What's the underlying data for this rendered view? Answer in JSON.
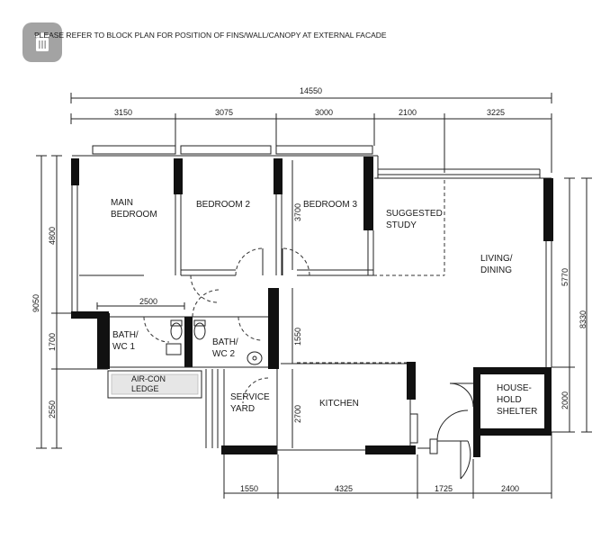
{
  "note": "PLEASE REFER TO BLOCK PLAN FOR POSITION OF FINS/WALL/CANOPY AT EXTERNAL FACADE",
  "rooms": {
    "main_bedroom": [
      "MAIN",
      "BEDROOM"
    ],
    "bedroom2": "BEDROOM 2",
    "bedroom3": "BEDROOM 3",
    "study": [
      "SUGGESTED",
      "STUDY"
    ],
    "living": [
      "LIVING/",
      "DINING"
    ],
    "shelter": [
      "HOUSE-",
      "HOLD",
      "SHELTER"
    ],
    "kitchen": "KITCHEN",
    "service_yard": [
      "SERVICE",
      "YARD"
    ],
    "bath1": [
      "BATH/",
      "WC 1"
    ],
    "bath2": [
      "BATH/",
      "WC 2"
    ],
    "aircon": [
      "AIR-CON",
      "LEDGE"
    ]
  },
  "dims": {
    "overall": "14550",
    "top": [
      "3150",
      "3075",
      "3000",
      "2100",
      "3225"
    ],
    "bottom": [
      "1550",
      "4325",
      "1725",
      "2400"
    ],
    "left_total": "9050",
    "left": [
      "4800",
      "1700",
      "2550"
    ],
    "right": [
      "5770",
      "2000"
    ],
    "inner": {
      "w2500": "2500",
      "h3700": "3700",
      "h1550": "1550",
      "h2700": "2700",
      "right_inner": "8330"
    }
  },
  "icons": {
    "trash": "trash-icon"
  }
}
